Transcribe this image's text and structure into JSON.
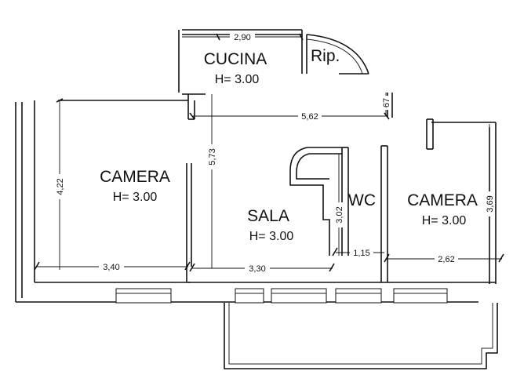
{
  "rooms": {
    "cucina": {
      "name": "CUCINA",
      "height": "H= 3.00"
    },
    "rip": {
      "name": "Rip."
    },
    "camera_left": {
      "name": "CAMERA",
      "height": "H= 3.00"
    },
    "sala": {
      "name": "SALA",
      "height": "H= 3.00"
    },
    "wc": {
      "name": "WC"
    },
    "camera_right": {
      "name": "CAMERA",
      "height": "H= 3.00"
    }
  },
  "dimensions": {
    "cucina_width": "2,90",
    "overall_upper_width": "5,62",
    "wc_stub": "67",
    "camera_left_depth": "4,22",
    "sala_depth": "5,73",
    "wc_depth": "3,02",
    "camera_right_depth": "3,69",
    "camera_left_width": "3,40",
    "sala_width": "3,30",
    "wc_width": "1,15",
    "camera_right_width": "2,62"
  }
}
